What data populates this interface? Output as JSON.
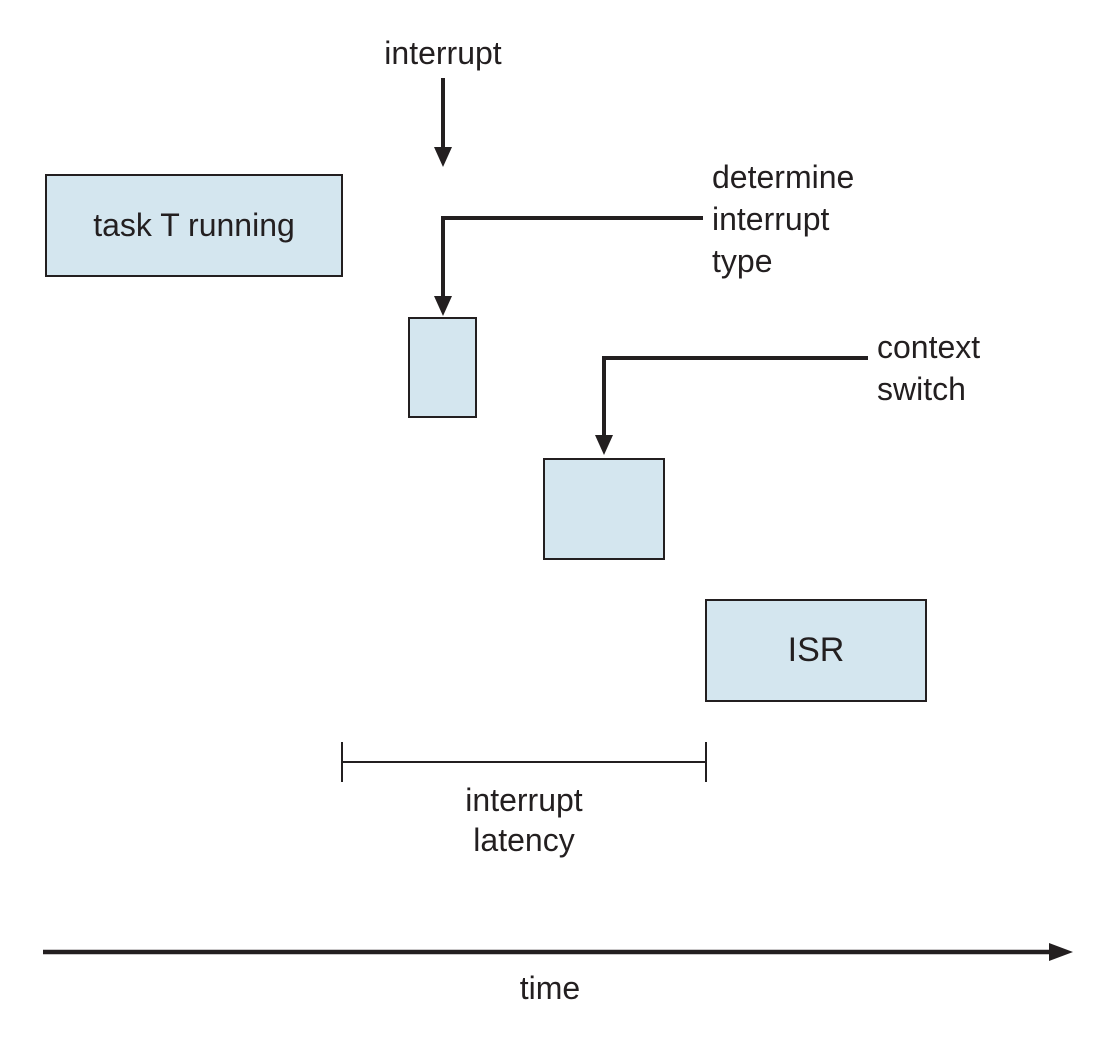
{
  "labels": {
    "interrupt_signal": "interrupt",
    "determine_interrupt_type": "determine\ninterrupt\ntype",
    "context_switch": "context\nswitch",
    "interrupt_latency": "interrupt\nlatency",
    "time_axis": "time"
  },
  "boxes": {
    "task_running": "task T running",
    "isr": "ISR"
  },
  "colors": {
    "ink": "#231f20",
    "box-fill": "#d4e6ef",
    "background": "#ffffff"
  }
}
